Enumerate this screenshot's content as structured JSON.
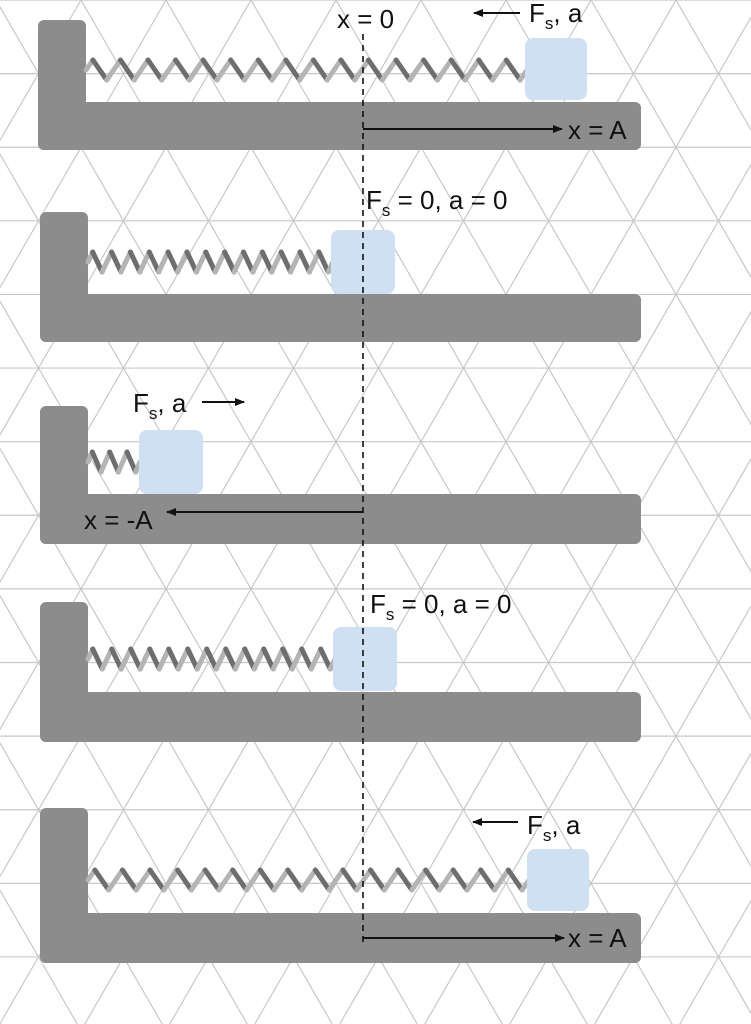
{
  "colors": {
    "background": "#ffffff",
    "grid": "#c8c8c8",
    "base": "#8c8c8c",
    "mass": "#cfe0f2",
    "spring_dark": "#6e6e6e",
    "spring_light": "#b4b4b4",
    "equilibrium_line": "#111111",
    "arrow": "#111111"
  },
  "equilibrium_label": "x = 0",
  "panels": [
    {
      "state": "stretched",
      "force_label": {
        "main": "F",
        "sub": "s",
        "rest": ", a"
      },
      "force_direction": "left",
      "position_label": "x = A",
      "position_arrow_direction": "right"
    },
    {
      "state": "equilibrium",
      "force_label": {
        "main": "F",
        "sub": "s",
        "rest": " = 0, a = 0"
      },
      "force_direction": "none",
      "position_label": "",
      "position_arrow_direction": "none"
    },
    {
      "state": "compressed",
      "force_label": {
        "main": "F",
        "sub": "s",
        "rest": ", a"
      },
      "force_direction": "right",
      "position_label": "x = -A",
      "position_arrow_direction": "left"
    },
    {
      "state": "equilibrium",
      "force_label": {
        "main": "F",
        "sub": "s",
        "rest": " = 0, a = 0"
      },
      "force_direction": "none",
      "position_label": "",
      "position_arrow_direction": "none"
    },
    {
      "state": "stretched",
      "force_label": {
        "main": "F",
        "sub": "s",
        "rest": ", a"
      },
      "force_direction": "left",
      "position_label": "x = A",
      "position_arrow_direction": "right"
    }
  ]
}
